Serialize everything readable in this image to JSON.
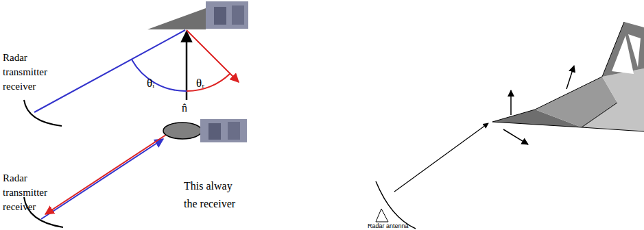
{
  "diagram": {
    "labels": [
      "Radar transmitter receiver",
      "θᵢ",
      "θᵣ",
      "n̂",
      "Radar transmitter receiver",
      "This alway",
      "the receiver",
      "Radar antenna"
    ]
  }
}
